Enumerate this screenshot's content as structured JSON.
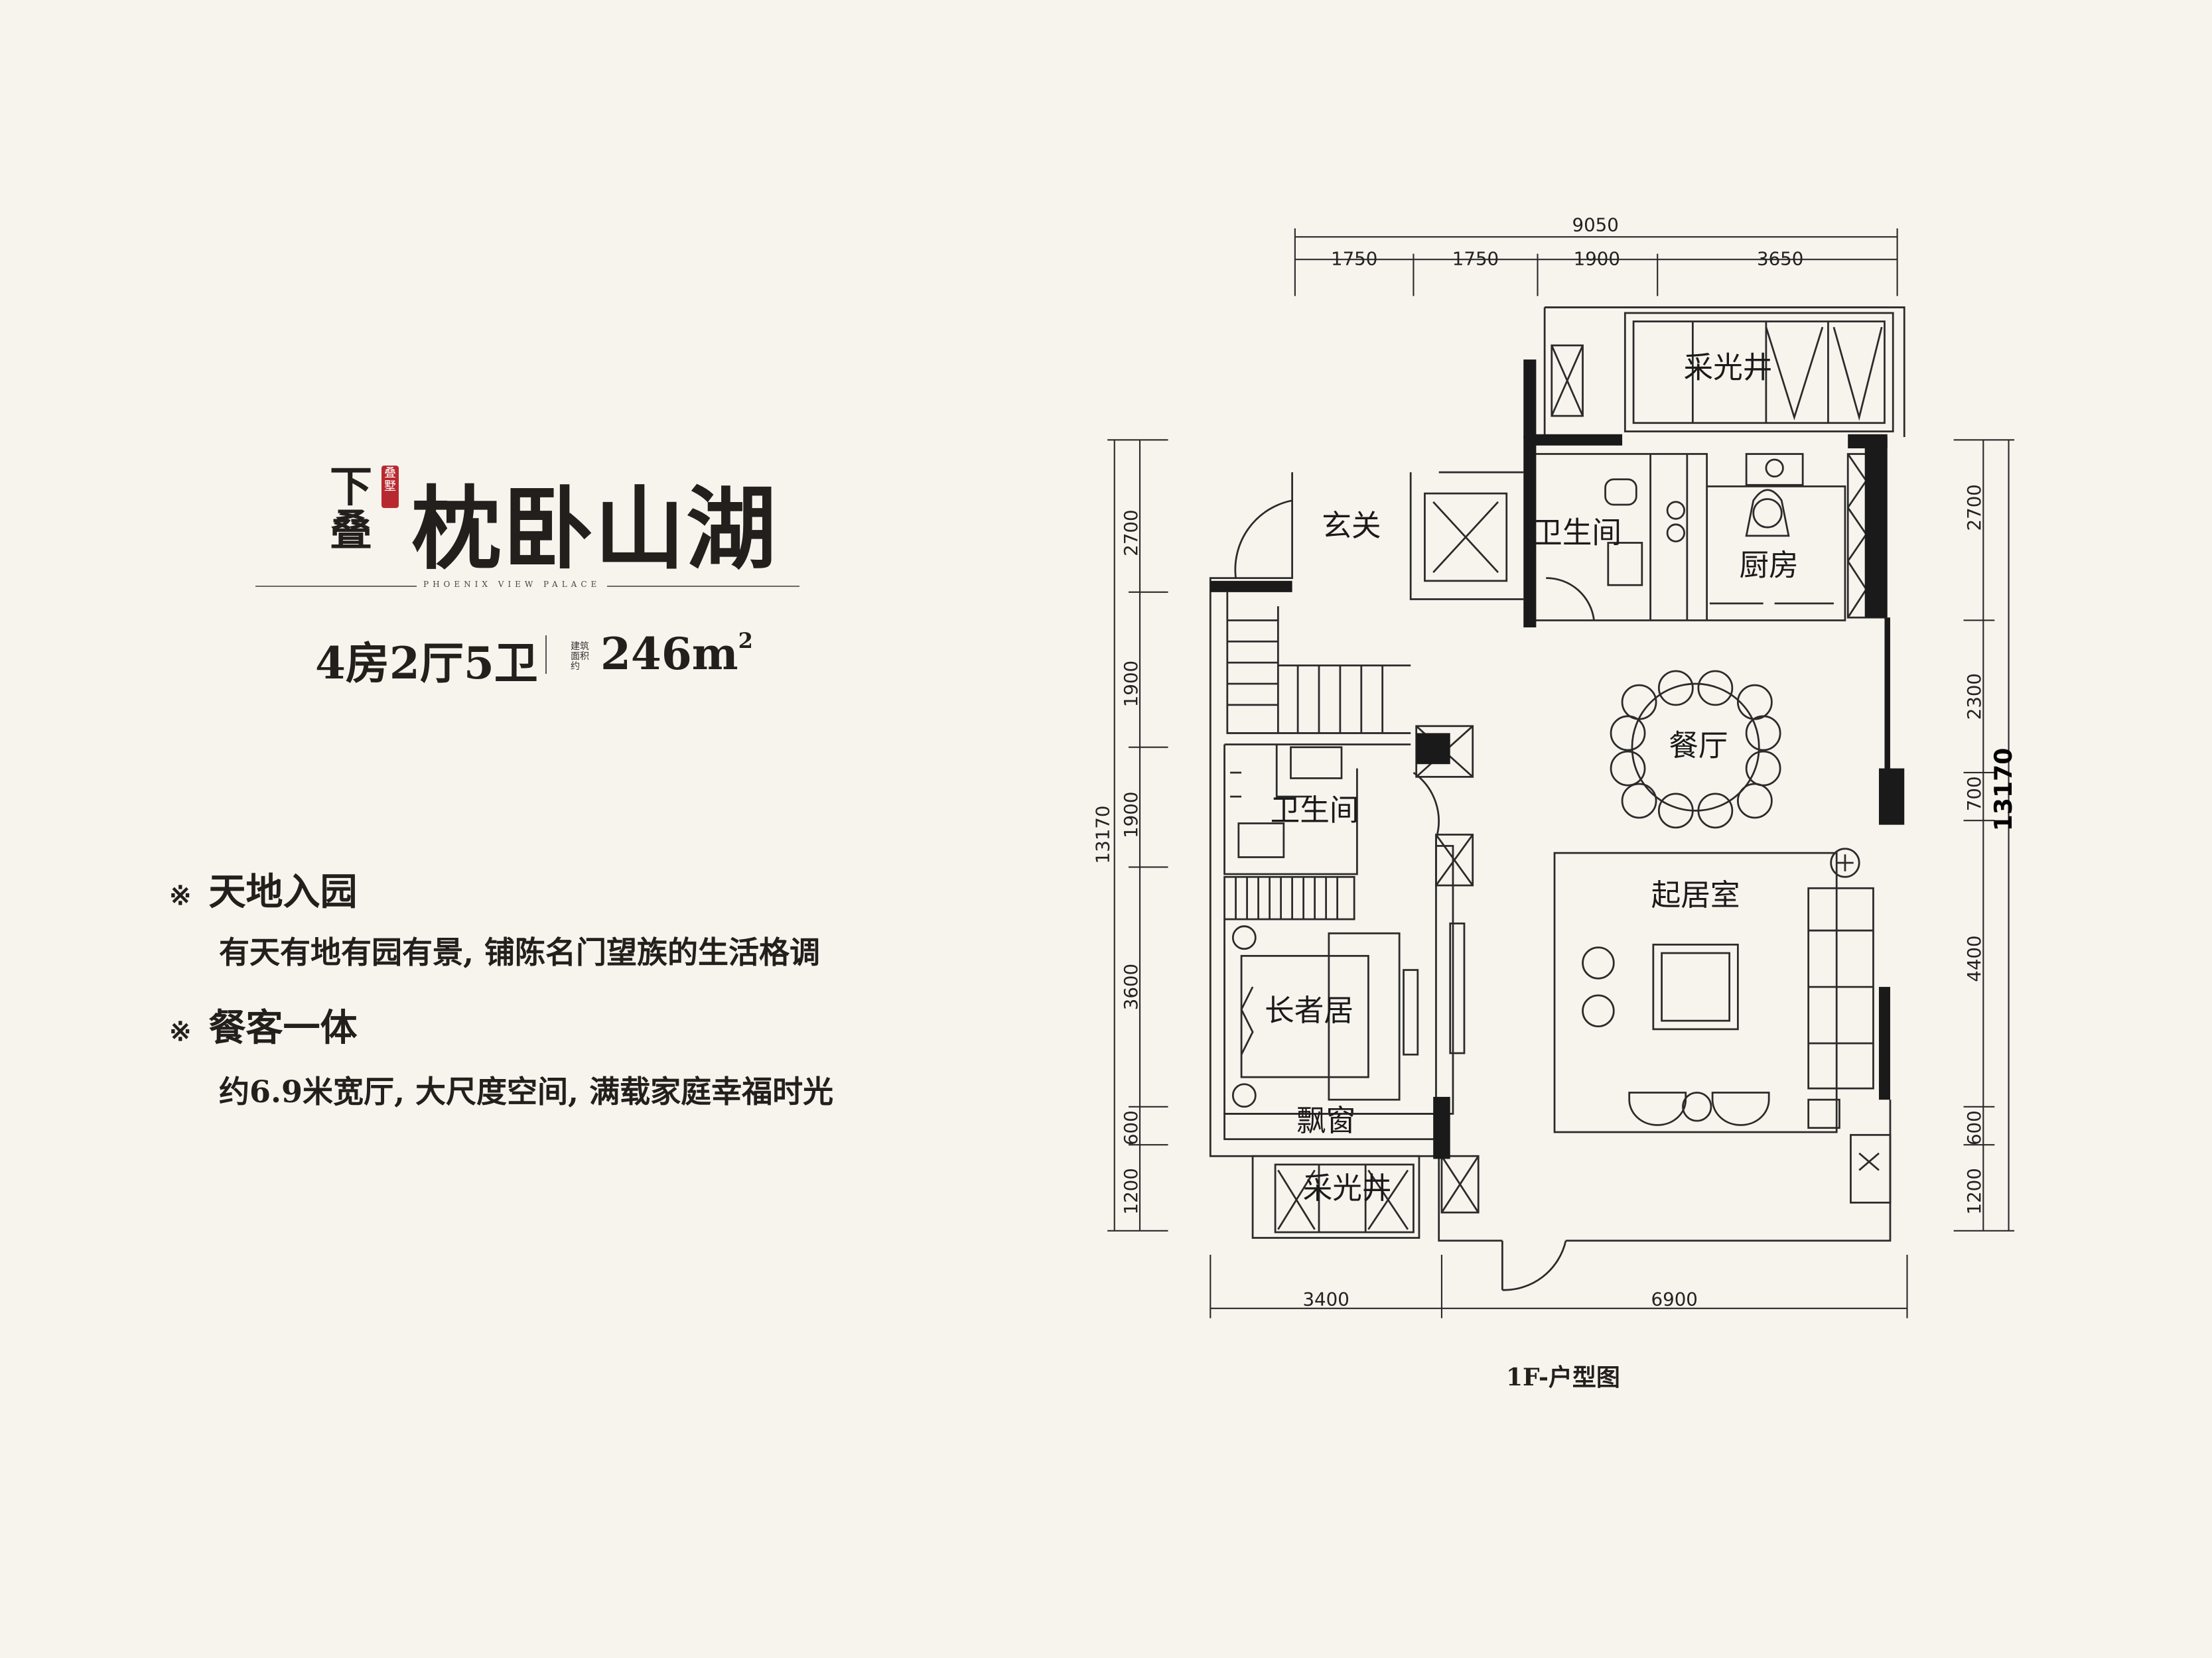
{
  "header": {
    "type_label": "下叠",
    "seal_text": "叠墅",
    "project_name": "枕卧山湖",
    "sub_brand": "PHOENIX VIEW PALACE"
  },
  "summary": {
    "layout": "4房2厅5卫",
    "area_label": [
      "建筑",
      "面积约"
    ],
    "area_value": "246m",
    "area_sup": "2"
  },
  "features": [
    {
      "mark": "※",
      "title": "天地入园",
      "desc": "有天有地有园有景, 铺陈名门望族的生活格调"
    },
    {
      "mark": "※",
      "title": "餐客一体",
      "desc": "约6.9米宽厅, 大尺度空间, 满载家庭幸福时光"
    }
  ],
  "plan": {
    "rooms": {
      "lightwell_top": "采光井",
      "entrance": "玄关",
      "bath_top": "卫生间",
      "kitchen": "厨房",
      "dining": "餐厅",
      "bath_left": "卫生间",
      "living": "起居室",
      "elder_room": "长者居",
      "bay_window": "飘窗",
      "lightwell_bottom": "采光井"
    },
    "dims_top": {
      "total": "9050",
      "segments": [
        "1750",
        "1750",
        "1900",
        "3650"
      ]
    },
    "dims_bottom": [
      "3400",
      "6900"
    ],
    "dims_left": {
      "total": "13170",
      "segments": [
        "2700",
        "1900",
        "1900",
        "3600",
        "600",
        "1200"
      ]
    },
    "dims_right": {
      "total": "13170",
      "segments": [
        "2700",
        "2300",
        "700",
        "4400",
        "600",
        "1200"
      ]
    },
    "caption": "1F-户型图"
  },
  "colors": {
    "background": "#f7f3ed",
    "wall": "#1a1a1a",
    "seal": "#b8292f",
    "text": "#231f1c"
  }
}
